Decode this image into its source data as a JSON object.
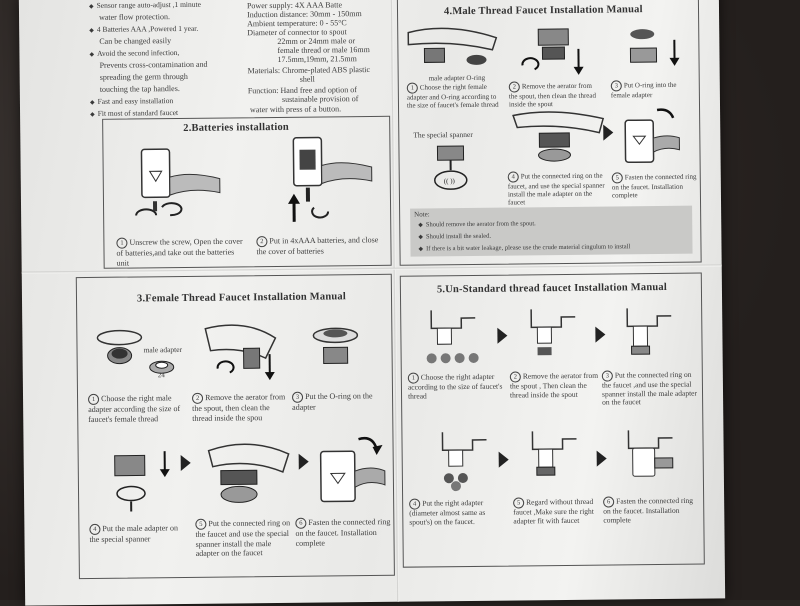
{
  "top_left_features": [
    "Sensor range auto-adjust ,1 minute",
    "water flow protection.",
    "4 Batteries  AAA ,Powered 1 year.",
    "Can be changed easily",
    "Avoid the second infection,",
    "Prevents cross-contamination and",
    "spreading the germ  through",
    "touching the tap  handles.",
    "Fast and easy installation",
    "Fit most of standard faucet"
  ],
  "top_mid_specs": [
    "Power supply: 4X AAA Batte",
    "Induction distance: 30mm - 150mm",
    "Ambient temperature: 0 - 55°C",
    "Diameter of connector to spout",
    "22mm or 24mm male or",
    "female thread or male 16mm",
    "17.5mm,19mm, 21.5mm",
    "Materials: Chrome-plated ABS plastic",
    "shell",
    "Function: Hand free and option of",
    "sustainable provision of",
    "water with press of a button."
  ],
  "section2": {
    "title": "2.Batteries installation",
    "step1": "Unscrew the screw, Open the cover of batteries,and take out the batteries unit",
    "step2": "Put in 4xAAA batteries, and close the cover of batteries"
  },
  "section3": {
    "title": "3.Female Thread Faucet Installation Manual",
    "label_male_adapter": "male adapter",
    "label_24": "24",
    "step1": "Choose the right male adapter according the size of faucet's female thread",
    "step2": "Remove the aerator from the spout, then clean the  thread inside the spou",
    "step3": "Put the O-ring on the adapter",
    "step4": "Put the male adapter on the special spanner",
    "step5": "Put the connected ring on the faucet and use the special spanner install the male adapter on the faucet",
    "step6": "Fasten the connected ring on the faucet. Installation complete"
  },
  "section4": {
    "title": "4.Male Thread Faucet Installation Manual",
    "label_adapter": "male adapter  O-ring",
    "label_spanner": "The special spanner",
    "step1": "Choose the right female adapter and O-ring according to the size of faucet's female thread",
    "step2": "Remove the aerator from the spout, then clean the  thread inside the spout",
    "step3": "Put O-ring into the female adapter",
    "step4": "Put the connected ring on the faucet, and use the special spanner install the male adapter on the faucet",
    "step5": "Fasten the connected ring on the faucet. Installation complete",
    "note_title": "Note:",
    "notes": [
      "Should remove the aerator from the spout.",
      "Should install the sealed.",
      "If there is a bit water leakage, please use the crude material cingulum to install"
    ]
  },
  "section5": {
    "title": "5.Un-Standard thread faucet Installation Manual",
    "step1": "Choose the right adapter according to the size of faucet's thread",
    "step2": "Remove the aerator from the spout , Then clean the thread inside the spout",
    "step3": "Put the connected ring on the faucet ,and use the special spanner install the male adapter on the faucet",
    "step4": "Put the right adapter (diameter almost same as spout's) on the faucet.",
    "step5": "Regard without thread faucet ,Make sure the right adapter fit with faucet",
    "step6": "Fasten the connected ring on the faucet. Installation complete"
  }
}
